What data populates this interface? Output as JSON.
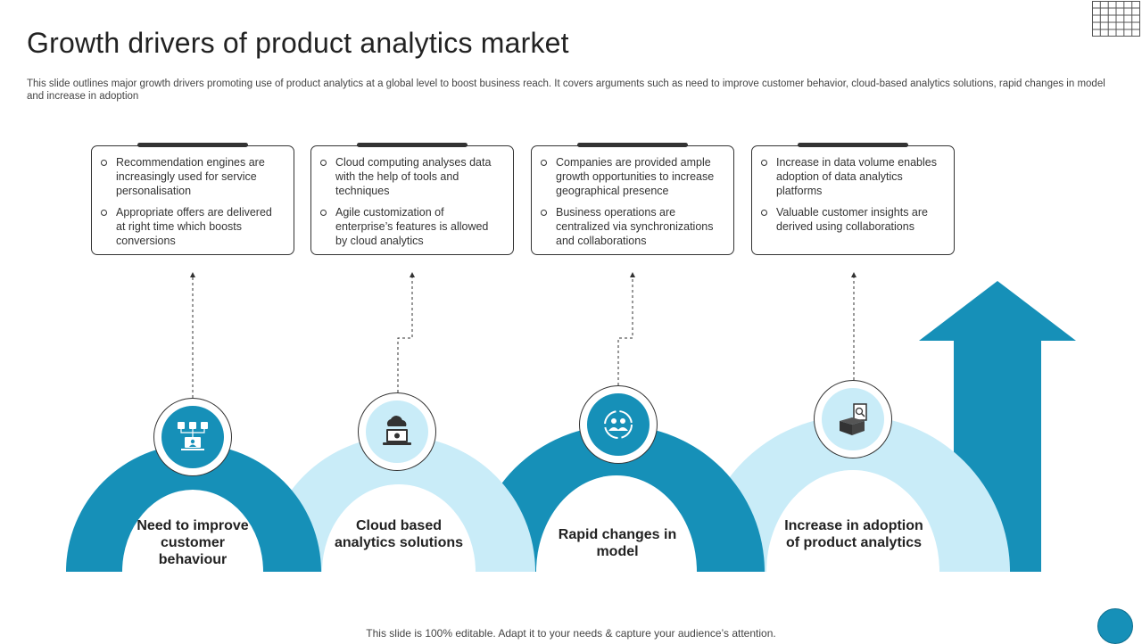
{
  "title": "Growth drivers of product analytics market",
  "subtitle": "This slide outlines major growth drivers promoting use of product analytics at a global level to  boost business reach. It covers arguments such as need to improve customer behavior, cloud-based analytics solutions, rapid changes in model and increase in adoption",
  "colors": {
    "dark_blue": "#1690b8",
    "light_blue": "#c9ecf8",
    "outline": "#333333"
  },
  "drivers": [
    {
      "label": "Need to improve customer behaviour",
      "icon": "monitor-network-icon",
      "points": [
        "Recommendation engines are increasingly used for service personalisation",
        "Appropriate offers are delivered at right time which boosts conversions"
      ]
    },
    {
      "label": "Cloud based analytics solutions",
      "icon": "cloud-laptop-icon",
      "points": [
        "Cloud computing analyses data with the help of tools and techniques",
        "Agile customization of enterprise’s features is allowed by cloud analytics"
      ]
    },
    {
      "label": "Rapid changes in model",
      "icon": "team-cycle-icon",
      "points": [
        "Companies are provided ample growth opportunities to increase geographical presence",
        "Business operations are centralized via synchronizations and collaborations"
      ]
    },
    {
      "label": "Increase in adoption of product analytics",
      "icon": "box-report-icon",
      "points": [
        "Increase in data volume enables adoption of data analytics platforms",
        "Valuable customer insights are derived  using collaborations"
      ]
    }
  ],
  "footer": "This slide is 100% editable. Adapt it to your needs & capture your audience’s attention."
}
